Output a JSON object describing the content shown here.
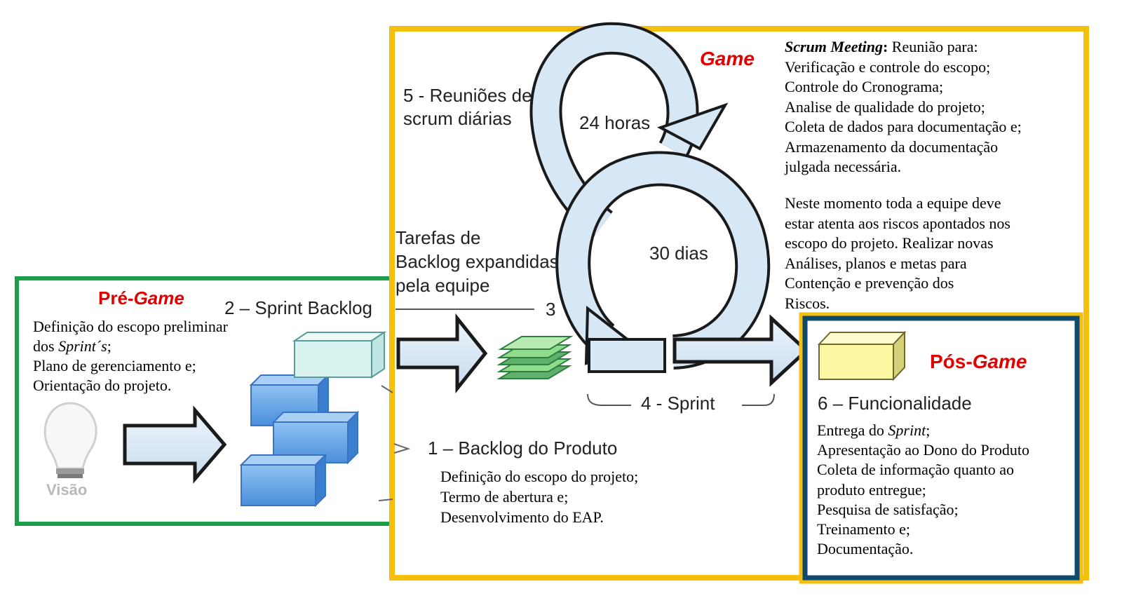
{
  "colors": {
    "pregame_border": "#1a9e48",
    "game_border": "#f5bf10",
    "posgame_border": "#0f4a6e",
    "title_red": "#e00000",
    "arrow_fill": "#dbe9f4",
    "arrow_stroke": "#1a1a1a",
    "block_blue": "#6aa8e8",
    "block_pale": "#d9f3f0",
    "stack_green": "#8fdc8c",
    "box_yellow": "#fbf7a3"
  },
  "pregame": {
    "title_main": "Pré-",
    "title_italic": "Game",
    "sprint_backlog_label": "2 – Sprint Backlog",
    "lines": [
      {
        "text": "Definição do escopo preliminar",
        "italic_part": "",
        "suffix": ""
      },
      {
        "text": "dos ",
        "italic_part": "Sprint´s",
        "suffix": ";"
      },
      {
        "text": "Plano de gerenciamento e;",
        "italic_part": "",
        "suffix": ""
      },
      {
        "text": "Orientação do projeto.",
        "italic_part": "",
        "suffix": ""
      }
    ],
    "vision_label": "Visão",
    "icons": [
      "lightbulb-icon",
      "arrow-right-icon",
      "blue-blocks-icon",
      "sprint-backlog-box-icon"
    ]
  },
  "game": {
    "title": "Game",
    "daily_meetings_label": [
      "5 - Reuniões de",
      "scrum diárias"
    ],
    "hours_label": "24 horas",
    "days_label": "30 dias",
    "tasks_label": [
      "Tarefas de",
      "Backlog expandidas",
      "pela equipe"
    ],
    "step3_label": "3",
    "sprint_label": "4 - Sprint",
    "product_backlog_label": "1 – Backlog do Produto",
    "product_backlog_lines": [
      "Definição do escopo do projeto;",
      "Termo de abertura e;",
      "Desenvolvimento do EAP."
    ],
    "scrum_meeting_title": "Scrum Meeting",
    "scrum_meeting_colon": ":",
    "scrum_meeting_intro": " Reunião para:",
    "scrum_meeting_lines": [
      "Verificação e controle do escopo;",
      "Controle do Cronograma;",
      "Analise de qualidade do projeto;",
      "Coleta de dados para documentação e;",
      "Armazenamento da documentação",
      "julgada necessária."
    ],
    "risk_lines": [
      "Neste momento toda a equipe deve",
      "estar atenta aos riscos apontados nos",
      "escopo do projeto. Realizar novas",
      "Análises, planos e metas para",
      "Contenção  e prevenção dos",
      "Riscos."
    ]
  },
  "posgame": {
    "title_main": "Pós-",
    "title_italic": "Game",
    "functionality_label": "6 – Funcionalidade",
    "lines": [
      {
        "text": "Entrega do ",
        "italic_part": "Sprint",
        "suffix": ";"
      },
      {
        "text": "Apresentação ao Dono do Produto",
        "italic_part": "",
        "suffix": ""
      },
      {
        "text": "Coleta de informação quanto ao",
        "italic_part": "",
        "suffix": ""
      },
      {
        "text": "produto entregue;",
        "italic_part": "",
        "suffix": ""
      },
      {
        "text": "Pesquisa de satisfação;",
        "italic_part": "",
        "suffix": ""
      },
      {
        "text": "Treinamento e;",
        "italic_part": "",
        "suffix": ""
      },
      {
        "text": "Documentação.",
        "italic_part": "",
        "suffix": ""
      }
    ]
  }
}
